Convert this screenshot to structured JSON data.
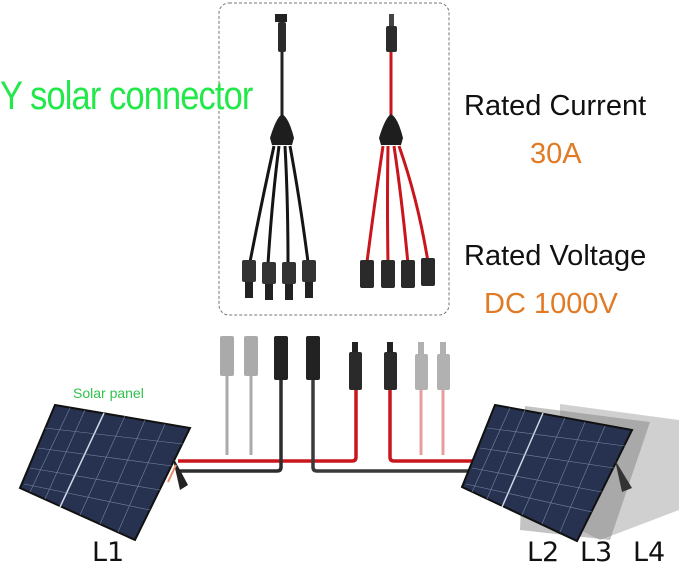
{
  "title": "Y solar connector",
  "specs": {
    "current_label": "Rated Current",
    "current_value": "30A",
    "voltage_label": "Rated Voltage",
    "voltage_value": "DC 1000V"
  },
  "panel_caption": "Solar panel",
  "panel_labels": [
    "L1",
    "L2",
    "L3",
    "L4"
  ],
  "colors": {
    "title": "#22e84a",
    "spec_value": "#e07a25",
    "cable_red": "#c8161c",
    "cable_black": "#2a2a2a",
    "panel_blue": "#25324f"
  }
}
